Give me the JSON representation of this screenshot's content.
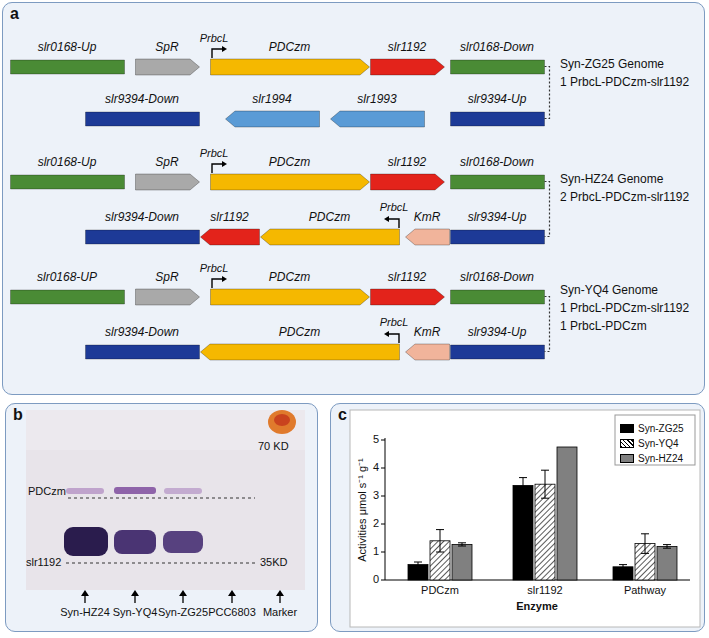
{
  "diagram": {
    "nodes": [
      {
        "text": [
          "a"
        ]
      },
      {
        "text": [
          "slr0168-Up"
        ],
        "in": 0
      },
      {
        "text": [
          "SpR"
        ],
        "in": 0
      },
      {
        "text": [
          "PDCzm"
        ],
        "in": 0
      },
      {
        "text": [
          "slr1192"
        ],
        "in": 0
      },
      {
        "text": [
          "slr0168-Down"
        ],
        "in": 0
      },
      {
        "text": [
          "slr9394-Down"
        ],
        "in": 0
      },
      {
        "text": [
          "slr1994"
        ],
        "in": 0
      },
      {
        "text": [
          "slr1993"
        ],
        "in": 0
      },
      {
        "text": [
          "slr9394-Up"
        ],
        "in": 0
      },
      {
        "text": [
          "slr0168-Up"
        ],
        "in": 0
      },
      {
        "text": [
          "SpR"
        ],
        "in": 0
      },
      {
        "text": [
          "PDCzm"
        ],
        "in": 0
      },
      {
        "text": [
          "slr1192"
        ],
        "in": 0
      },
      {
        "text": [
          "slr0168-Down"
        ],
        "in": 0
      },
      {
        "text": [
          "slr9394-Down"
        ],
        "in": 0
      },
      {
        "text": [
          "slr1192"
        ],
        "in": 0
      },
      {
        "text": [
          "PDCzm"
        ],
        "in": 0
      },
      {
        "text": [
          "KmR"
        ],
        "in": 0
      },
      {
        "text": [
          "slr9394-Up"
        ],
        "in": 0
      },
      {
        "text": [
          "slr0168-UP"
        ],
        "in": 0
      },
      {
        "text": [
          "SpR"
        ],
        "in": 0
      },
      {
        "text": [
          "PDCzm"
        ],
        "in": 0
      },
      {
        "text": [
          "slr1192"
        ],
        "in": 0
      },
      {
        "text": [
          "slr0168-Down"
        ],
        "in": 0
      },
      {
        "text": [
          "slr9394-Down"
        ],
        "in": 0
      },
      {
        "text": [
          "PDCzm"
        ],
        "in": 0
      },
      {
        "text": [
          "KmR"
        ],
        "in": 0
      },
      {
        "text": [
          "slr9394-Up"
        ],
        "in": 0
      },
      {
        "text": [
          "b"
        ]
      },
      {
        "text": [
          "c"
        ]
      }
    ],
    "edges": [
      {
        "from": 5,
        "to": 9,
        "arrow": "none"
      },
      {
        "from": 14,
        "to": 19,
        "arrow": "none"
      },
      {
        "from": 24,
        "to": 28,
        "arrow": "none"
      }
    ],
    "labels": [
      "PrbcL",
      "Syn-ZG25 Genome",
      "1 PrbcL-PDCzm-slr1192",
      "PrbcL",
      "PrbcL",
      "Syn-HZ24 Genome",
      "2 PrbcL-PDCzm-slr1192",
      "PrbcL",
      "PrbcL",
      "Syn-YQ4 Genome",
      "1 PrbcL-PDCzm-slr1192",
      "1 PrbcL-PDCzm",
      "70 KD",
      "PDCzm",
      "slr1192",
      "35KD",
      "Syn-HZ24",
      "Syn-YQ4",
      "Syn-ZG25",
      "PCC6803",
      "Marker",
      "5",
      "4",
      "3",
      "2",
      "1",
      "0",
      "Activities μmol s⁻¹ g⁻¹",
      "PDCzm",
      "slr1192",
      "Pathway",
      "Enzyme"
    ],
    "legend": [
      {
        "text": "Syn-ZG25",
        "color": "#000000"
      },
      {
        "text": "Syn-YQ4"
      },
      {
        "text": "Syn-HZ24",
        "color": "#808080"
      }
    ]
  }
}
